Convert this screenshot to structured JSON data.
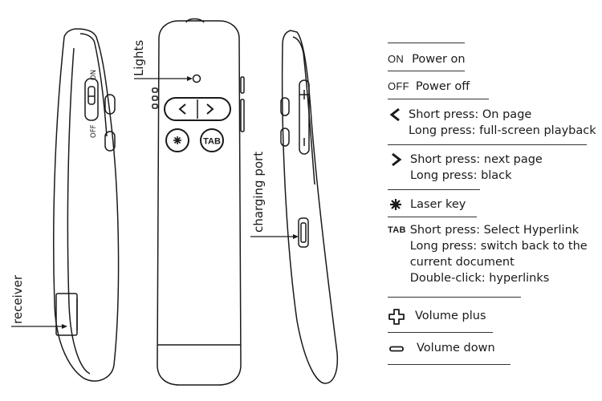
{
  "labels": {
    "lights": "Lights",
    "charging_port": "charging port",
    "receiver": "receiver",
    "switch_on": "ON",
    "switch_off": "OFF",
    "tab_button": "TAB"
  },
  "legend": {
    "power_on": {
      "tag": "ON",
      "text": "Power on"
    },
    "power_off": {
      "tag": "OFF",
      "text": "Power off"
    },
    "previous": {
      "icon": "chevron-left-icon",
      "lines": [
        "Short press: On page",
        "Long press: full-screen playback"
      ]
    },
    "next": {
      "icon": "chevron-right-icon",
      "lines": [
        "Short press: next page",
        "Long press: black"
      ]
    },
    "laser": {
      "icon": "laser-burst-icon",
      "text": "Laser key"
    },
    "tab": {
      "tag": "TAB",
      "lines": [
        "Short press: Select Hyperlink",
        "Long press: switch back to the",
        "current document",
        "Double-click: hyperlinks"
      ]
    },
    "volume_plus": {
      "icon": "plus-outline-icon",
      "text": "Volume plus"
    },
    "volume_down": {
      "icon": "minus-outline-icon",
      "text": "Volume down"
    }
  },
  "colors": {
    "stroke": "#1a1a1a",
    "fill": "#ffffff"
  }
}
